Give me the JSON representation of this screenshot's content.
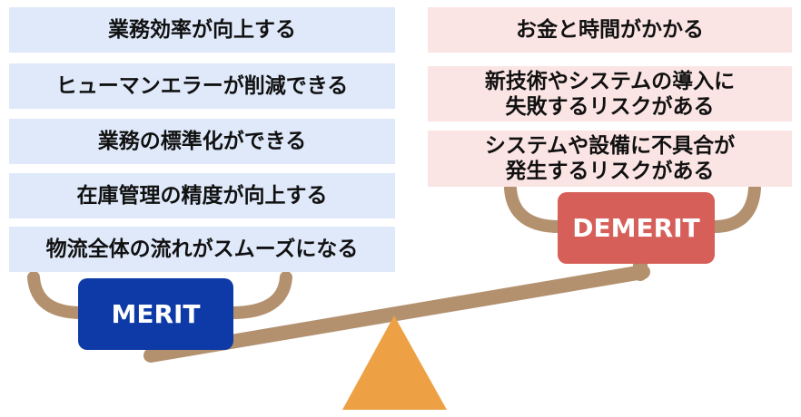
{
  "merit": {
    "label": "MERIT",
    "items": [
      "業務効率が向上する",
      "ヒューマンエラーが削減できる",
      "業務の標準化ができる",
      "在庫管理の精度が向上する",
      "物流全体の流れがスムーズになる"
    ]
  },
  "demerit": {
    "label": "DEMERIT",
    "items": [
      [
        "お金と時間がかかる"
      ],
      [
        "新技術やシステムの導入に",
        "失敗するリスクがある"
      ],
      [
        "システムや設備に不具合が",
        "発生するリスクがある"
      ]
    ]
  },
  "colors": {
    "merit_card": "#dfe9fa",
    "demerit_card": "#fbe4e4",
    "merit_tag": "#0d3aa6",
    "demerit_tag": "#d65f59",
    "beam": "#b3916f",
    "fulcrum": "#eda144"
  }
}
